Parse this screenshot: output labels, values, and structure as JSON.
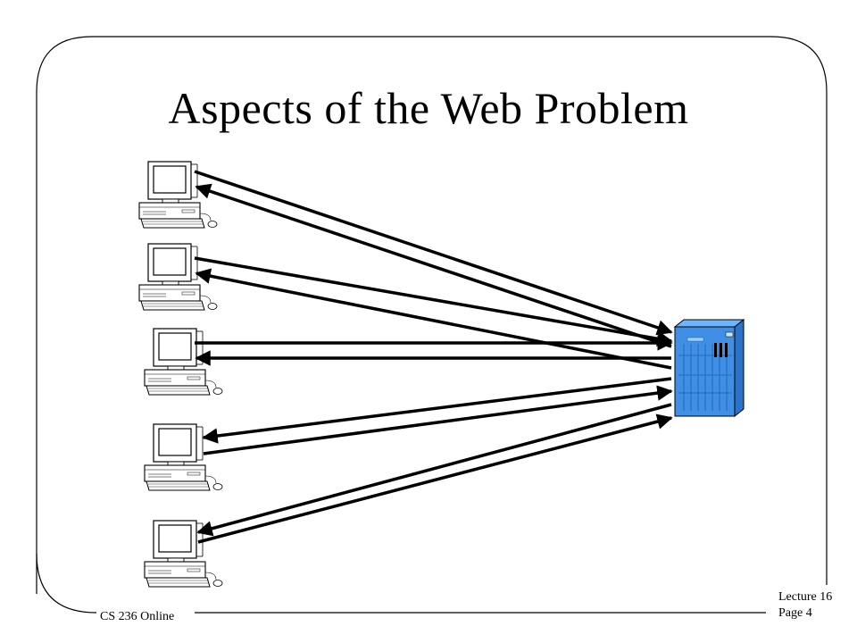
{
  "slide": {
    "title": "Aspects of the Web Problem",
    "footer_course": "CS 236 Online",
    "footer_lecture": "Lecture 16",
    "footer_page": "Page 4"
  },
  "diagram": {
    "clients": [
      {
        "name": "client-computer-1"
      },
      {
        "name": "client-computer-2"
      },
      {
        "name": "client-computer-3"
      },
      {
        "name": "client-computer-4"
      },
      {
        "name": "client-computer-5"
      }
    ],
    "server": {
      "name": "web-server",
      "color": "#3f8fe6"
    },
    "arrow_color": "#000000"
  }
}
